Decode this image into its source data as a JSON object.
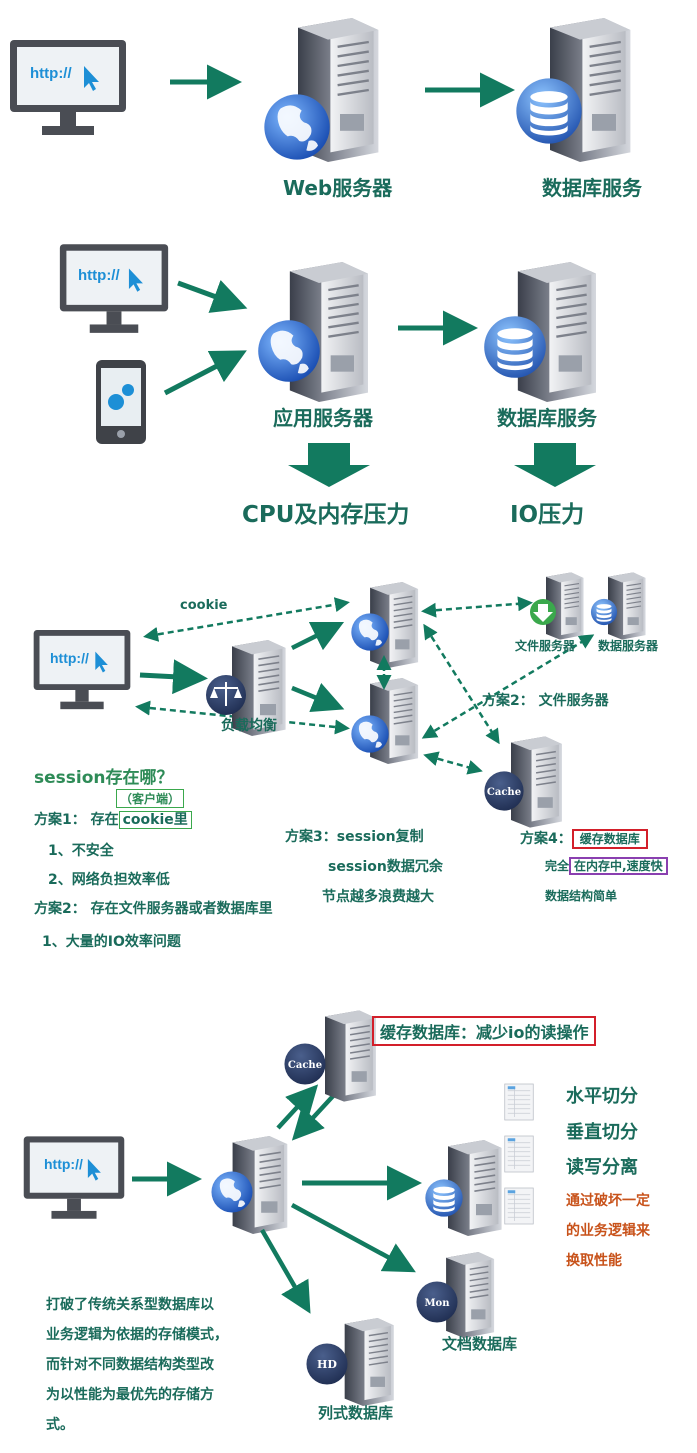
{
  "panel1": {
    "url": "http://",
    "web_server_label": "Web服务器",
    "db_service_label": "数据库服务"
  },
  "panel2": {
    "url": "http://",
    "app_server_label": "应用服务器",
    "db_service_label": "数据库服务",
    "cpu_pressure_label": "CPU及内存压力",
    "io_pressure_label": "IO压力"
  },
  "panel3": {
    "url": "http://",
    "cookie_label": "cookie",
    "load_balancer_label": "负载均衡",
    "file_server_label": "文件服务器",
    "data_server_label": "数据服务器",
    "plan2_top_label": "方案2： 文件服务器",
    "cache_icon_text": "Cache",
    "question": "session存在哪？",
    "client_tag": "（客户端）",
    "plan1_prefix": "方案1： 存在",
    "plan1_boxed": "cookie里",
    "plan1_item1": "1、不安全",
    "plan1_item2": "2、网络负担效率低",
    "plan2_text": "方案2： 存在文件服务器或者数据库里",
    "plan2_item1": "1、大量的IO效率问题",
    "plan3_title": "方案3：session复制",
    "plan3_item1": "session数据冗余",
    "plan3_item2": "节点越多浪费越大",
    "plan4_prefix": "方案4：",
    "plan4_boxed": "缓存数据库",
    "plan4_line2_prefix": "完全",
    "plan4_line2_boxed": "在内存中,速度快",
    "plan4_line3": "数据结构简单"
  },
  "panel4": {
    "url": "http://",
    "cache_icon_text": "Cache",
    "cache_note": "缓存数据库：减少io的读操作",
    "split_h": "水平切分",
    "split_v": "垂直切分",
    "rw_split": "读写分离",
    "orange_line1": "通过破坏一定",
    "orange_line2": "的业务逻辑来",
    "orange_line3": "换取性能",
    "mon_icon_text": "Mon",
    "doc_db_label": "文档数据库",
    "hd_icon_text": "HD",
    "col_db_label": "列式数据库",
    "desc_line1": "打破了传统关系型数据库以",
    "desc_line2": "业务逻辑为依据的存储模式，",
    "desc_line3": "而针对不同数据结构类型改",
    "desc_line4": "为以性能为最优先的存储方",
    "desc_line5": "式。"
  },
  "colors": {
    "accent": "#127a5f",
    "text": "#1a6b5b",
    "red_box": "#d31f2a",
    "purple_box": "#8a3fb0",
    "orange": "#c8521a"
  }
}
